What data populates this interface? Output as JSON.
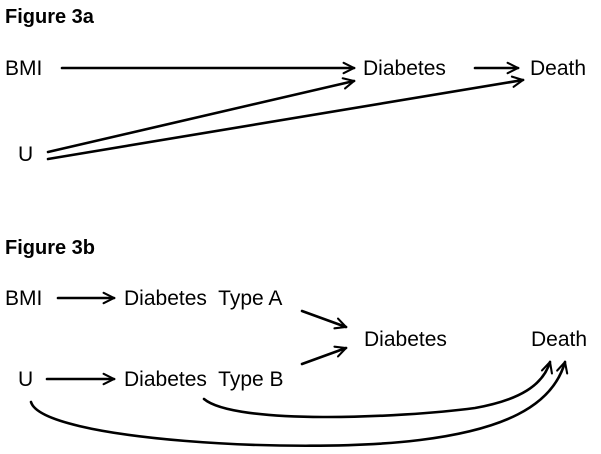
{
  "figure_a": {
    "title": "Figure 3a",
    "nodes": {
      "bmi": "BMI",
      "u": "U",
      "diabetes": "Diabetes",
      "death": "Death"
    },
    "edges": [
      {
        "from": "BMI",
        "to": "Diabetes"
      },
      {
        "from": "Diabetes",
        "to": "Death"
      },
      {
        "from": "U",
        "to": "Diabetes"
      },
      {
        "from": "U",
        "to": "Death"
      }
    ]
  },
  "figure_b": {
    "title": "Figure 3b",
    "nodes": {
      "bmi": "BMI",
      "u": "U",
      "diabetes_type_a": "Diabetes  Type A",
      "diabetes_type_b": "Diabetes  Type B",
      "diabetes": "Diabetes",
      "death": "Death"
    },
    "edges": [
      {
        "from": "BMI",
        "to": "Diabetes  Type A"
      },
      {
        "from": "U",
        "to": "Diabetes  Type B"
      },
      {
        "from": "Diabetes  Type A",
        "to": "Diabetes"
      },
      {
        "from": "Diabetes  Type B",
        "to": "Diabetes"
      },
      {
        "from": "Diabetes  Type B",
        "to": "Death"
      },
      {
        "from": "U",
        "to": "Death"
      }
    ]
  }
}
